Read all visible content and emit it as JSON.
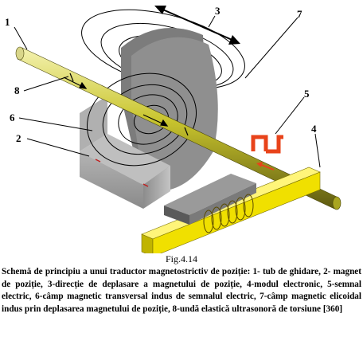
{
  "figure": {
    "number": "Fig.4.14",
    "caption": "Schemă de principiu a unui traductor magnetostrictiv de poziție: 1- tub de ghidare, 2- magnet de poziție, 3-direcție de deplasare a magnetului de poziție, 4-modul electronic, 5-semnal electric, 6-câmp magnetic transversal indus de semnalul electric, 7-câmp magnetic elicoidal indus prin deplasarea magnetului de poziție, 8-undă elastică ultrasonoră de torsiune [360]"
  },
  "labels": {
    "l1": "1",
    "l2": "2",
    "l3": "3",
    "l4": "4",
    "l5": "5",
    "l6": "6",
    "l7": "7",
    "l8": "8"
  },
  "colors": {
    "tube": "#c9c52e",
    "module": "#f0e000",
    "magnet": "#9a9a9a",
    "signal": "#e8431a"
  }
}
